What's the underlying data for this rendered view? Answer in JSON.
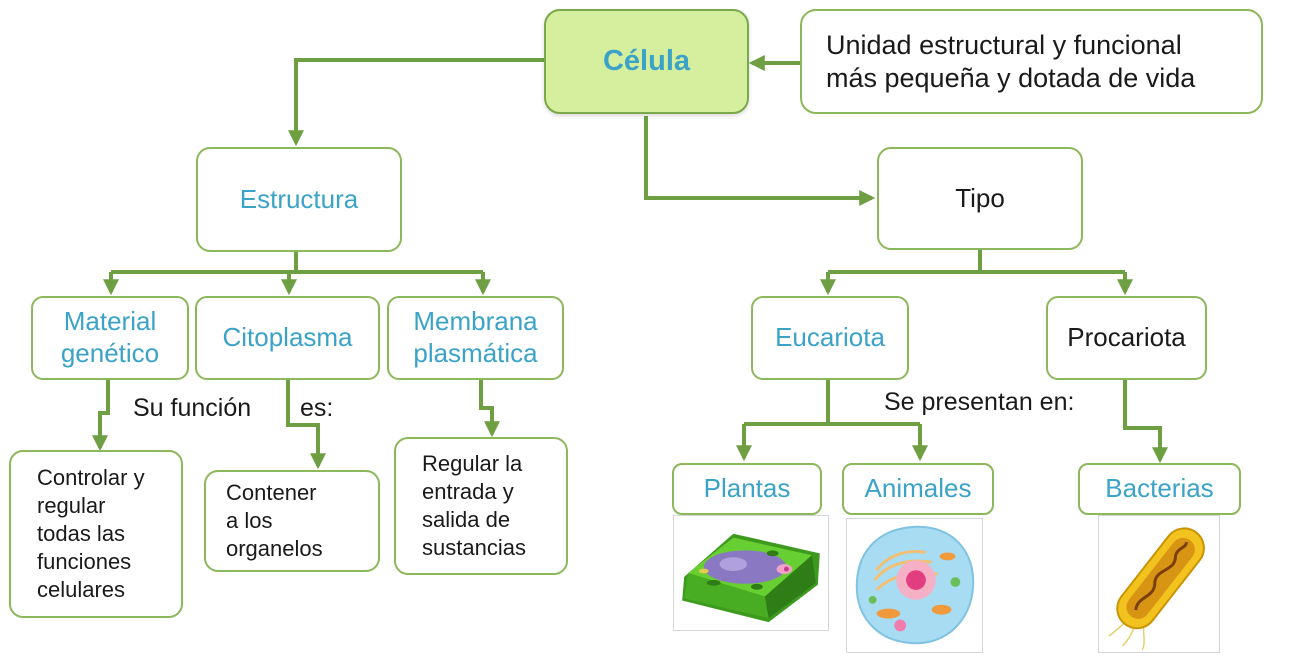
{
  "root": {
    "label": "Célula",
    "definition": "Unidad estructural y funcional\nmás pequeña y dotada de vida"
  },
  "estructura": {
    "label": "Estructura",
    "parts": [
      {
        "label": "Material\ngenético",
        "function": "Controlar y\nregular\ntodas las\nfunciones\ncelulares"
      },
      {
        "label": "Citoplasma",
        "function": "Contener\na los\norganelos"
      },
      {
        "label": "Membrana\nplasmática",
        "function": "Regular la\nentrada y\nsalida de\nsustancias"
      }
    ],
    "connector_text_1": "Su función",
    "connector_text_2": "es:"
  },
  "tipo": {
    "label": "Tipo",
    "eucariota": {
      "label": "Eucariota"
    },
    "procariota": {
      "label": "Procariota"
    },
    "connector_text": "Se presentan en:",
    "examples": [
      {
        "label": "Plantas",
        "image": "plant-cell-illustration"
      },
      {
        "label": "Animales",
        "image": "animal-cell-illustration"
      },
      {
        "label": "Bacterias",
        "image": "bacterium-illustration"
      }
    ]
  },
  "colors": {
    "connector": "#6ea043",
    "box_border": "#8bb85a",
    "root_fill": "#d6ef9f",
    "blue_text": "#3ba3c7",
    "dark_text": "#1a1a1a"
  }
}
